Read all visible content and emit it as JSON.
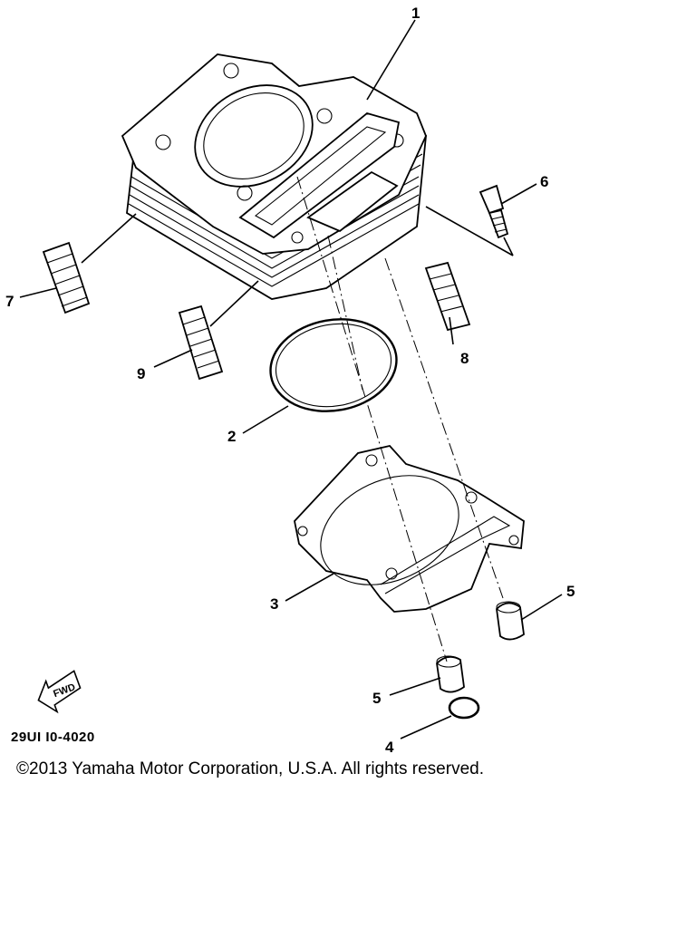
{
  "diagram": {
    "callouts": [
      {
        "id": "c1",
        "label": "1"
      },
      {
        "id": "c2",
        "label": "2"
      },
      {
        "id": "c3",
        "label": "3"
      },
      {
        "id": "c4",
        "label": "4"
      },
      {
        "id": "c5a",
        "label": "5"
      },
      {
        "id": "c5b",
        "label": "5"
      },
      {
        "id": "c6",
        "label": "6"
      },
      {
        "id": "c7",
        "label": "7"
      },
      {
        "id": "c8",
        "label": "8"
      },
      {
        "id": "c9",
        "label": "9"
      }
    ],
    "fwd_label": "FWD",
    "drawing_code": "29UI I0-4020"
  },
  "footer": {
    "copyright": "©2013 Yamaha Motor Corporation, U.S.A. All rights reserved."
  }
}
